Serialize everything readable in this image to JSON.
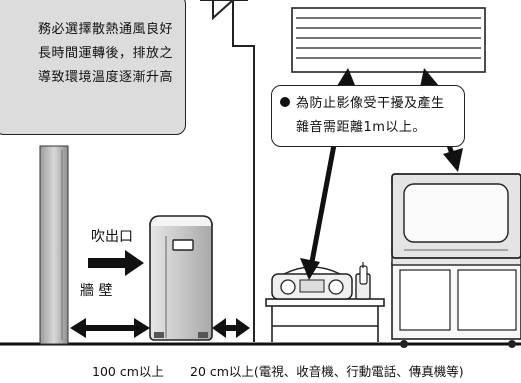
{
  "note": {
    "lines": [
      "務必選擇散熱通風良好",
      "長時間運轉後，排放之",
      "導致環境溫度逐漸升高"
    ]
  },
  "callout": {
    "line1": "為防止影像受干擾及產生",
    "line2": "雜音需距離1m以上。"
  },
  "labels": {
    "outlet": "吹出口",
    "wall": "牆 壁"
  },
  "bottom": {
    "left": "100 cm以上",
    "right": "20 cm以上(電視、收音機、行動電話、傳真機等)"
  }
}
